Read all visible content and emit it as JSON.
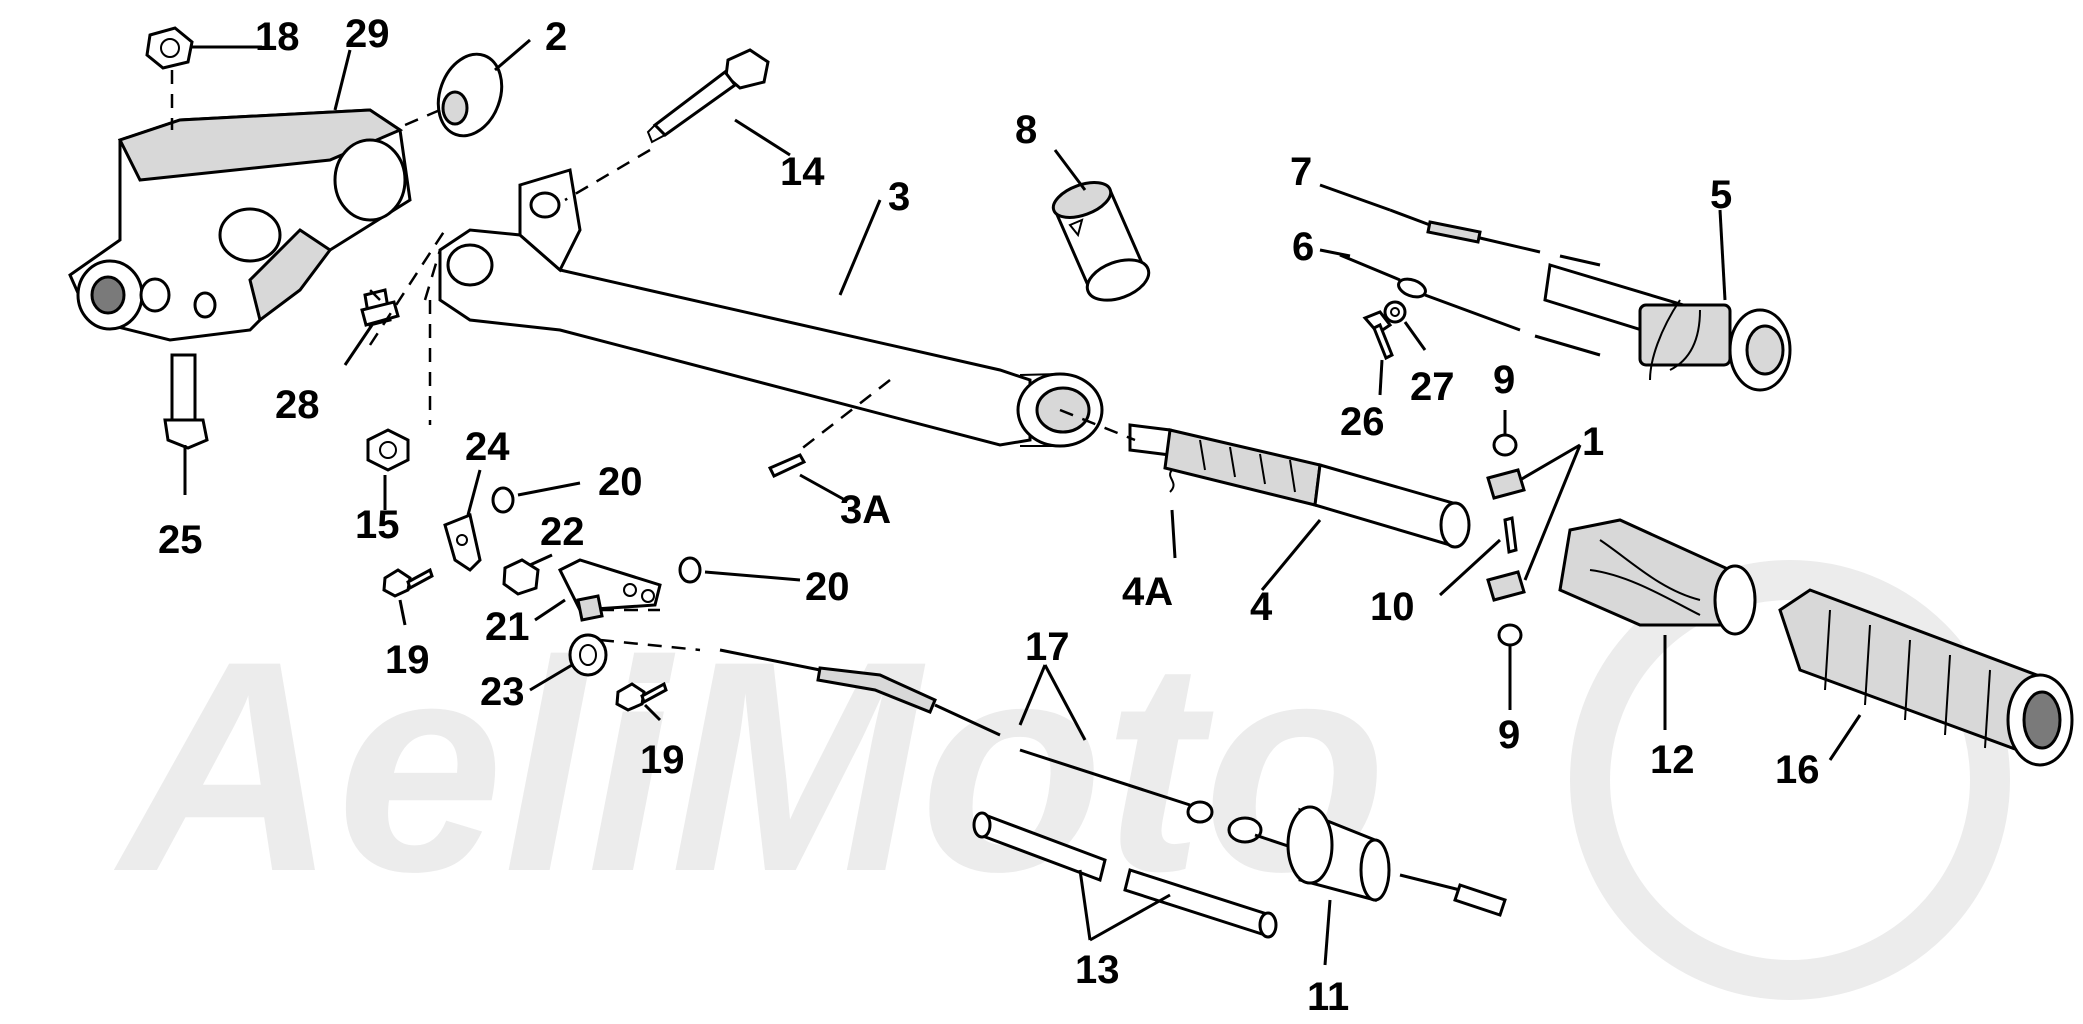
{
  "watermark": {
    "text": "AeliMoto"
  },
  "callouts": [
    {
      "id": "c18",
      "text": "18"
    },
    {
      "id": "c29",
      "text": "29"
    },
    {
      "id": "c2",
      "text": "2"
    },
    {
      "id": "c14",
      "text": "14"
    },
    {
      "id": "c3",
      "text": "3"
    },
    {
      "id": "c8",
      "text": "8"
    },
    {
      "id": "c7",
      "text": "7"
    },
    {
      "id": "c5",
      "text": "5"
    },
    {
      "id": "c6",
      "text": "6"
    },
    {
      "id": "c27",
      "text": "27"
    },
    {
      "id": "c26",
      "text": "26"
    },
    {
      "id": "c28",
      "text": "28"
    },
    {
      "id": "c25",
      "text": "25"
    },
    {
      "id": "c15",
      "text": "15"
    },
    {
      "id": "c24",
      "text": "24"
    },
    {
      "id": "c20a",
      "text": "20"
    },
    {
      "id": "c22",
      "text": "22"
    },
    {
      "id": "c20b",
      "text": "20"
    },
    {
      "id": "c3A",
      "text": "3A"
    },
    {
      "id": "c19a",
      "text": "19"
    },
    {
      "id": "c21",
      "text": "21"
    },
    {
      "id": "c23",
      "text": "23"
    },
    {
      "id": "c19b",
      "text": "19"
    },
    {
      "id": "c4A",
      "text": "4A"
    },
    {
      "id": "c4",
      "text": "4"
    },
    {
      "id": "c9a",
      "text": "9"
    },
    {
      "id": "c1",
      "text": "1"
    },
    {
      "id": "c10",
      "text": "10"
    },
    {
      "id": "c9b",
      "text": "9"
    },
    {
      "id": "c12",
      "text": "12"
    },
    {
      "id": "c16",
      "text": "16"
    },
    {
      "id": "c17",
      "text": "17"
    },
    {
      "id": "c13",
      "text": "13"
    },
    {
      "id": "c11",
      "text": "11"
    }
  ]
}
